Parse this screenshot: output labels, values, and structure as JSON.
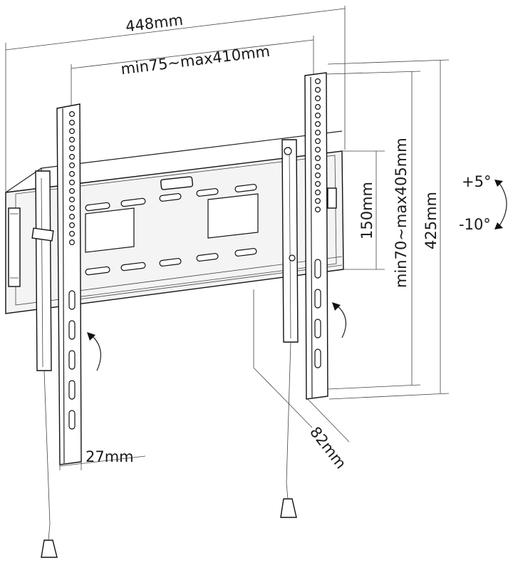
{
  "dimensions": {
    "overall_width": "448mm",
    "hole_span": "min75~max410mm",
    "plate_height": "150mm",
    "vertical_span": "min70~max405mm",
    "arm_height": "425mm",
    "depth": "82mm",
    "arm_width": "27mm"
  },
  "tilt": {
    "up": "+5°",
    "down": "-10°"
  },
  "icons": {
    "rotation": "curved-arrow-icon",
    "tilt": "tilt-arrow-icon"
  }
}
